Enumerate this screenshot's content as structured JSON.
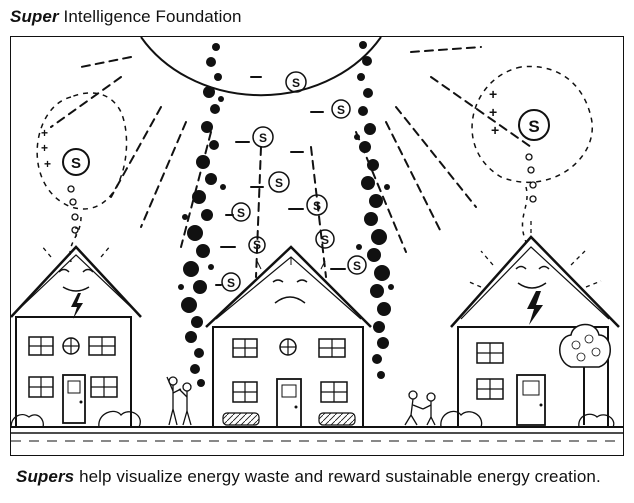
{
  "header": {
    "brand_strong": "Super",
    "brand_rest": "Intelligence Foundation"
  },
  "illustration": {
    "coin_symbol": "S",
    "house_left_icon": "lightning-bolt-icon",
    "house_center_face": "sad-face",
    "house_right_icon": "lightning-bolt-icon",
    "plus_symbol": "+"
  },
  "caption": {
    "brand_strong": "Supers",
    "text": "help visualize energy waste and reward sustainable energy creation."
  },
  "colors": {
    "ink": "#111111",
    "paper": "#ffffff"
  }
}
